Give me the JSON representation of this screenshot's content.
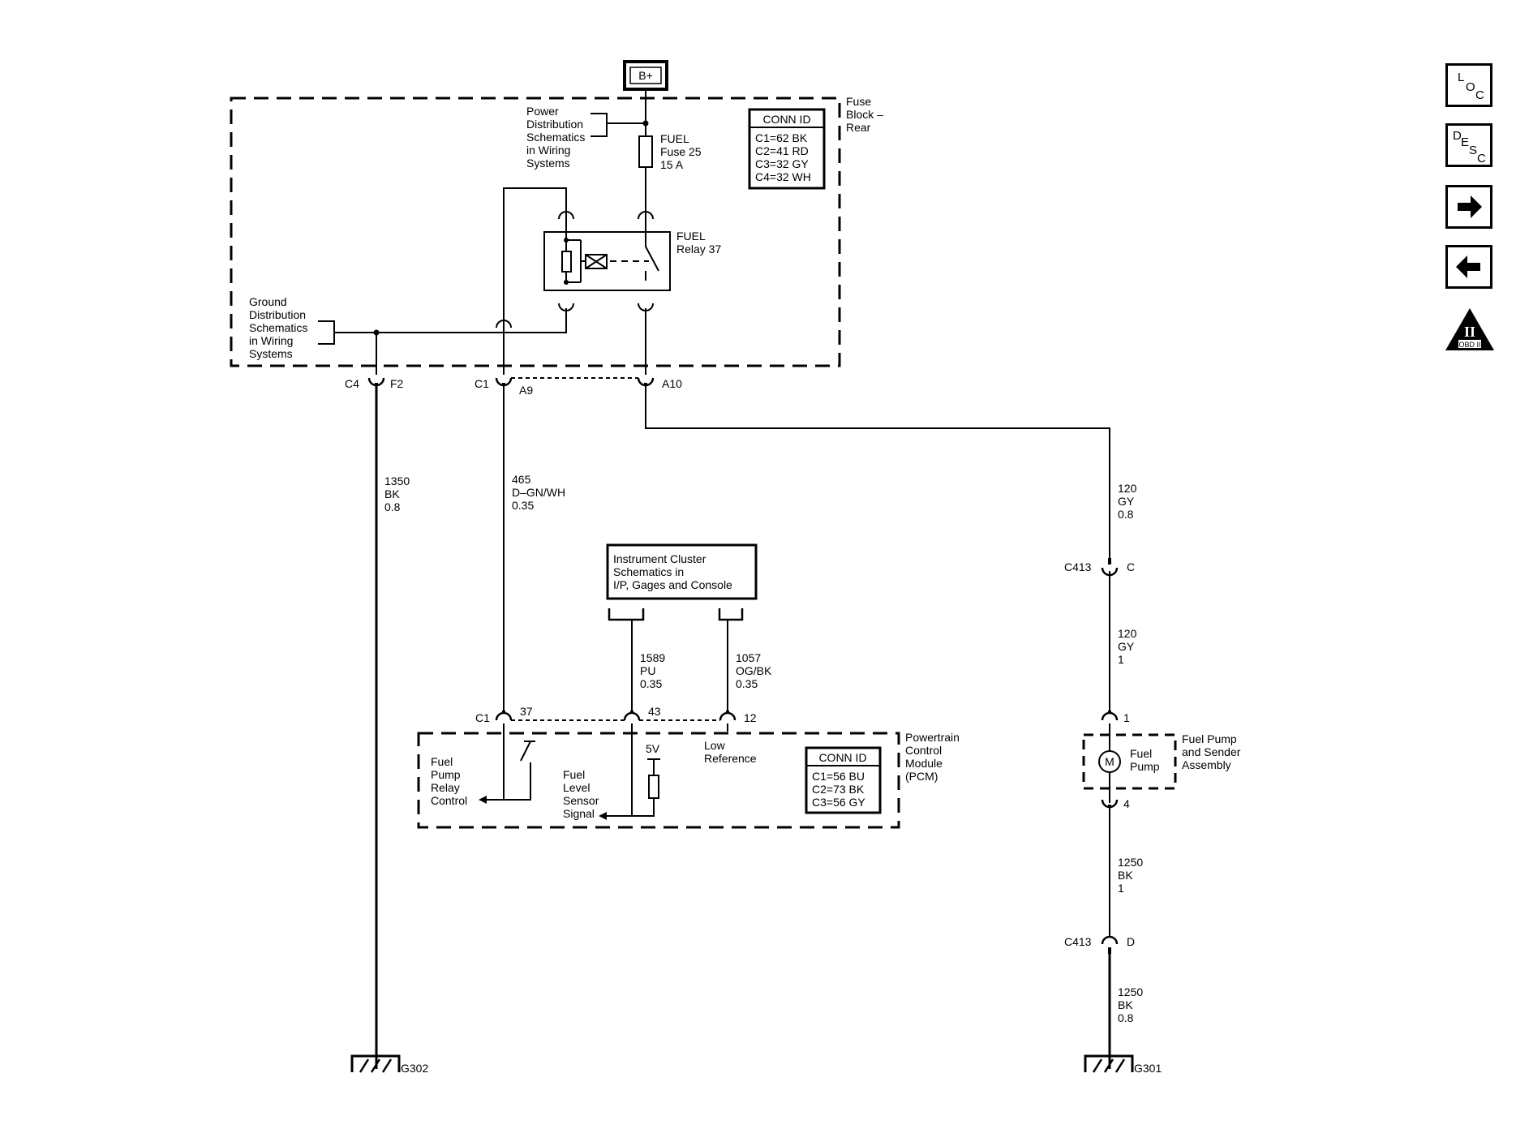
{
  "supply": {
    "label": "B+"
  },
  "fuse_block": {
    "title": [
      "Fuse",
      "Block –",
      "Rear"
    ],
    "power_ref": [
      "Power",
      "Distribution",
      "Schematics",
      "in Wiring",
      "Systems"
    ],
    "ground_ref": [
      "Ground",
      "Distribution",
      "Schematics",
      "in Wiring",
      "Systems"
    ],
    "fuse": [
      "FUEL",
      "Fuse 25",
      "15 A"
    ],
    "relay": [
      "FUEL",
      "Relay 37"
    ],
    "conn_id_title": "CONN ID",
    "conn_id": [
      "C1=62 BK",
      "C2=41 RD",
      "C3=32 GY",
      "C4=32 WH"
    ]
  },
  "fuse_block_pins": {
    "c4_conn": "C4",
    "c4_pin": "F2",
    "c1_conn": "C1",
    "c1_pin": "A9",
    "a10_pin": "A10"
  },
  "wires": {
    "ground_left": [
      "1350",
      "BK",
      "0.8"
    ],
    "relay_control": [
      "465",
      "D–GN/WH",
      "0.35"
    ],
    "fuel_level": [
      "1589",
      "PU",
      "0.35"
    ],
    "low_ref": [
      "1057",
      "OG/BK",
      "0.35"
    ],
    "pump_feed_1": [
      "120",
      "GY",
      "0.8"
    ],
    "pump_feed_2": [
      "120",
      "GY",
      "1"
    ],
    "pump_ground_1": [
      "1250",
      "BK",
      "1"
    ],
    "pump_ground_2": [
      "1250",
      "BK",
      "0.8"
    ]
  },
  "instrument_cluster": {
    "ref": [
      "Instrument Cluster",
      "Schematics in",
      "I/P, Gages and Console"
    ]
  },
  "pcm": {
    "title": [
      "Powertrain",
      "Control",
      "Module",
      "(PCM)"
    ],
    "conn_label": "C1",
    "pin_relay_control": "37",
    "pin_fuel_level": "43",
    "pin_low_ref": "12",
    "relay_control_label": [
      "Fuel",
      "Pump",
      "Relay",
      "Control"
    ],
    "fuel_level_label": [
      "Fuel",
      "Level",
      "Sensor",
      "Signal"
    ],
    "low_ref_label": [
      "Low",
      "Reference"
    ],
    "voltage": "5V",
    "conn_id_title": "CONN ID",
    "conn_id": [
      "C1=56 BU",
      "C2=73 BK",
      "C3=56 GY"
    ]
  },
  "inline_connectors": {
    "upper_name": "C413",
    "upper_pin": "C",
    "lower_name": "C413",
    "lower_pin": "D"
  },
  "fuel_pump": {
    "assembly": [
      "Fuel Pump",
      "and Sender",
      "Assembly"
    ],
    "component": [
      "Fuel",
      "Pump"
    ],
    "motor_symbol": "M",
    "pin_top": "1",
    "pin_bottom": "4"
  },
  "grounds": {
    "left": "G302",
    "right": "G301"
  },
  "nav": {
    "loc": {
      "big": "L",
      "sub1": "O",
      "sub2": "C"
    },
    "desc": {
      "big": "D",
      "sub1": "E",
      "sub2": "S",
      "sub3": "C"
    },
    "next_icon": "arrow-right",
    "prev_icon": "arrow-left",
    "obd": {
      "numeral": "II",
      "label": "OBD II"
    }
  }
}
